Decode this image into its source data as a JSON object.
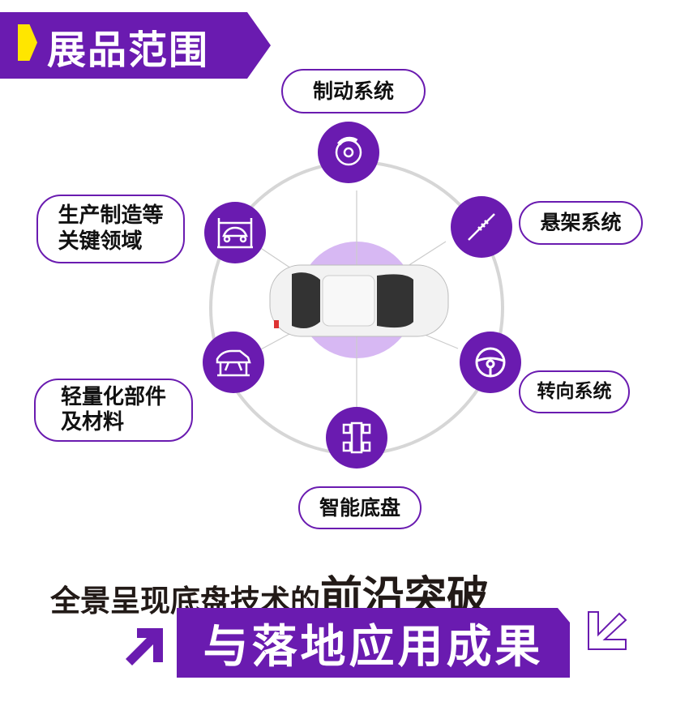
{
  "header": {
    "title": "展品范围"
  },
  "categories": [
    {
      "label": "制动系统",
      "icon": "brake-disc-icon"
    },
    {
      "label": "悬架系统",
      "icon": "shock-absorber-icon"
    },
    {
      "label": "转向系统",
      "icon": "steering-wheel-icon"
    },
    {
      "label": "智能底盘",
      "icon": "chassis-icon"
    },
    {
      "label": "轻量化部件\n及材料",
      "icon": "car-body-lift-icon"
    },
    {
      "label": "生产制造等\n关键领域",
      "icon": "car-lift-icon"
    }
  ],
  "tagline": {
    "part1": "全景呈现底盘技术的",
    "part2": "前沿突破",
    "part3": "与落地应用成果"
  },
  "colors": {
    "accent": "#6a1bb0",
    "marker": "#ffe600",
    "ring": "#d6d6d6",
    "center": "#d7b8f3"
  }
}
